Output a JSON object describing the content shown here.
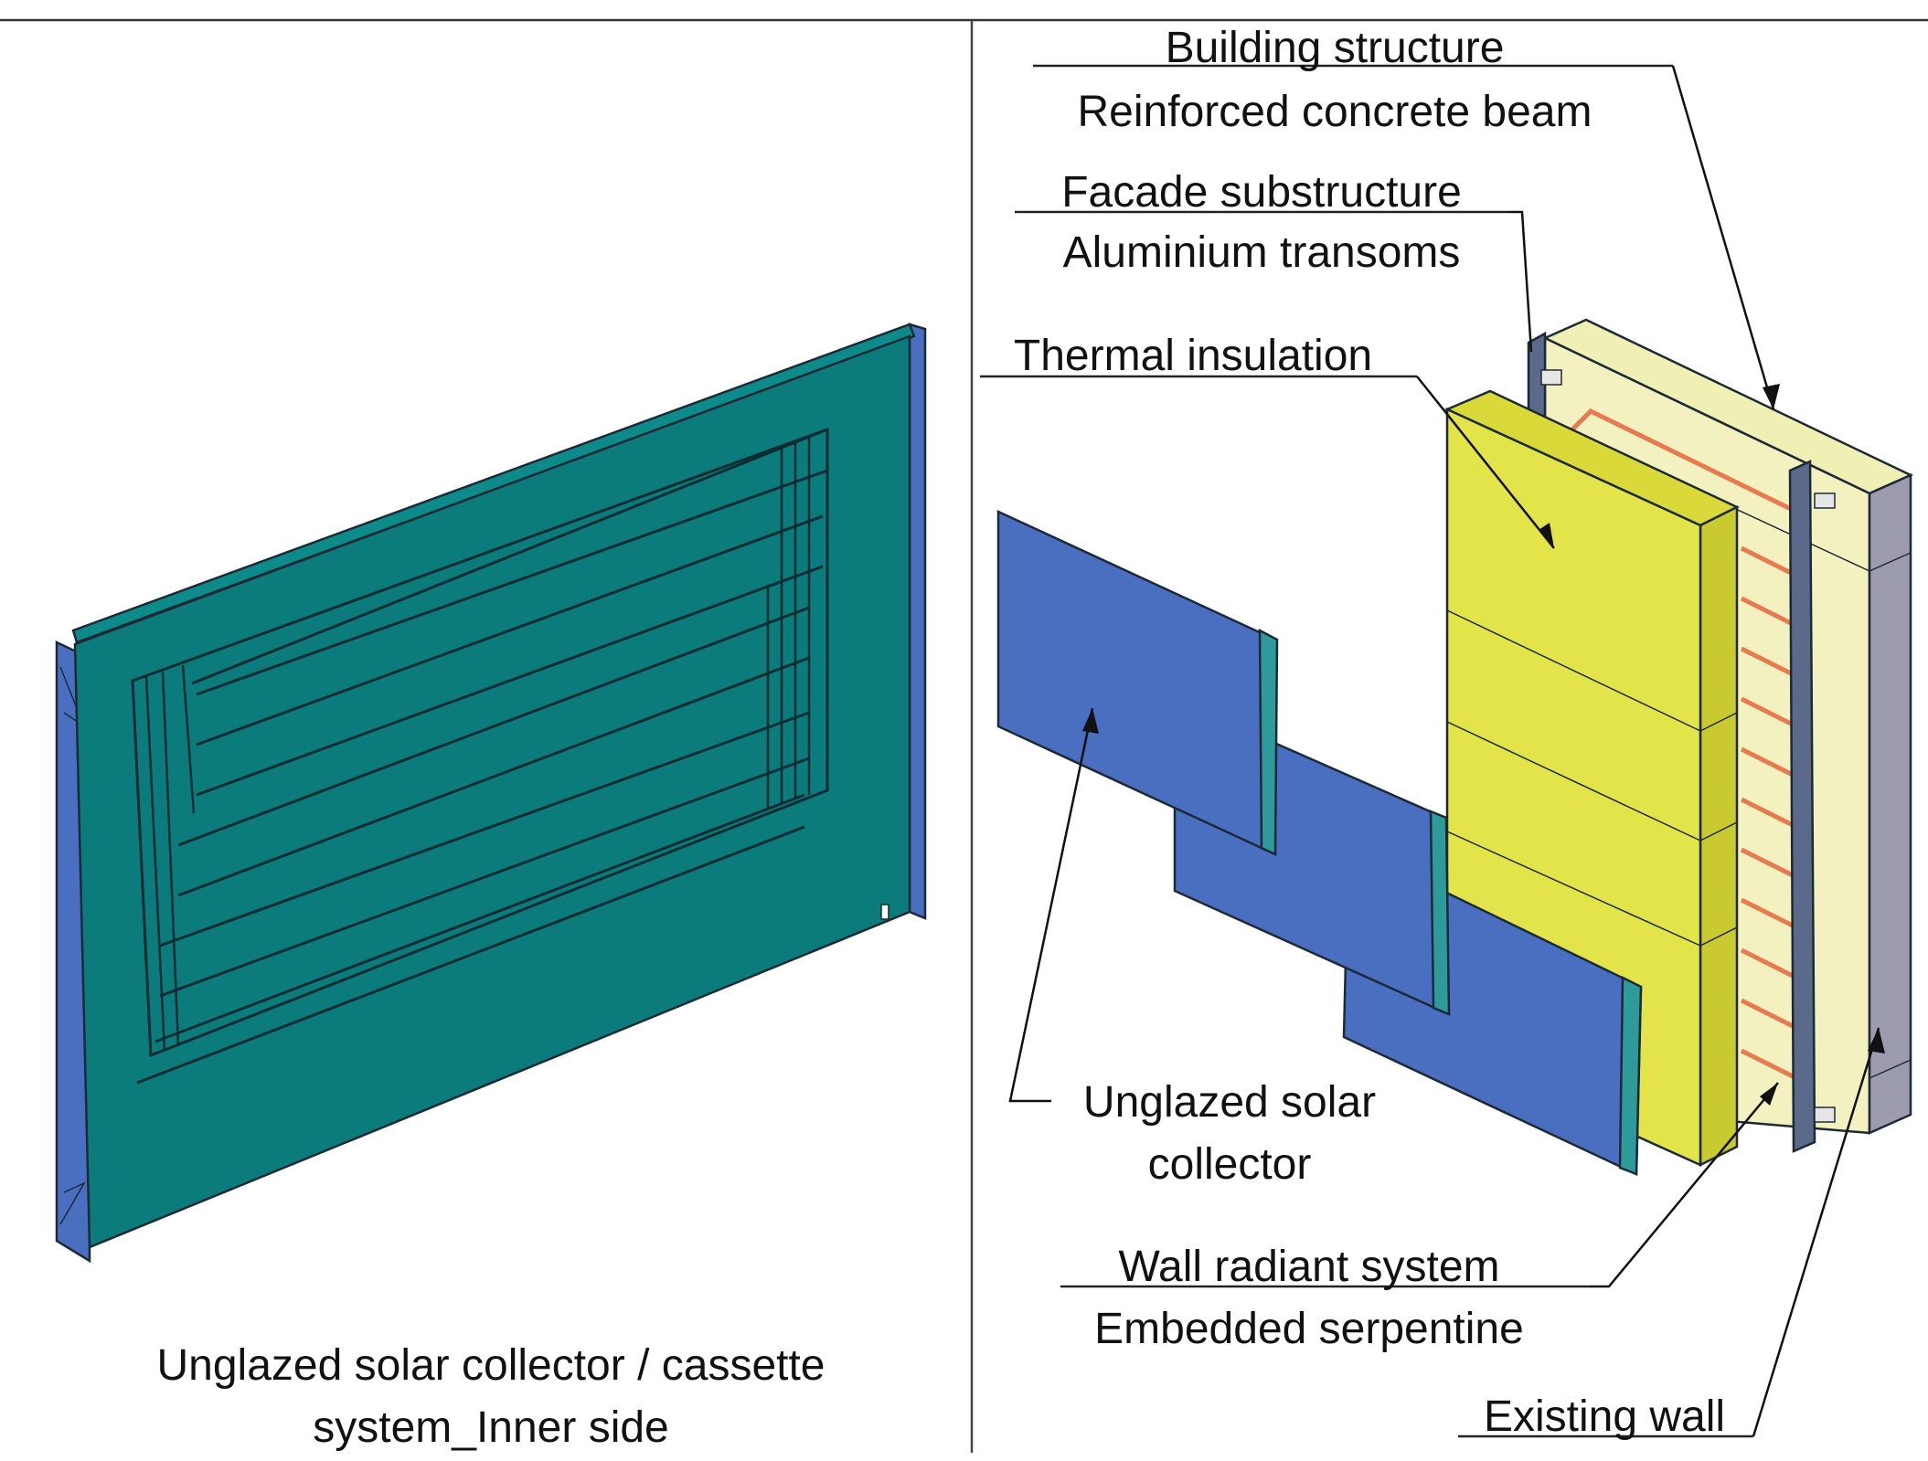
{
  "left_panel": {
    "caption_line1": "Unglazed solar collector / cassette",
    "caption_line2": "system_Inner side",
    "colors": {
      "collector_face": "#0b7b7b",
      "frame_edge": "#4a6fc1"
    }
  },
  "right_panel": {
    "labels": {
      "building_structure": "Building structure",
      "reinforced_concrete_beam": "Reinforced concrete beam",
      "facade_substructure": "Facade substructure",
      "aluminium_transoms": "Aluminium transoms",
      "thermal_insulation": "Thermal insulation",
      "unglazed_collector_line1": "Unglazed solar",
      "unglazed_collector_line2": "collector",
      "wall_radiant_system": "Wall radiant system",
      "embedded_serpentine": "Embedded serpentine",
      "existing_wall": "Existing wall"
    },
    "colors": {
      "collector_panels": "#4a6fc1",
      "thermal_insulation": "#e3e34a",
      "serpentine": "#e87a50",
      "existing_wall_side": "#9c9bb0",
      "wall_body": "#f0efb4"
    }
  }
}
